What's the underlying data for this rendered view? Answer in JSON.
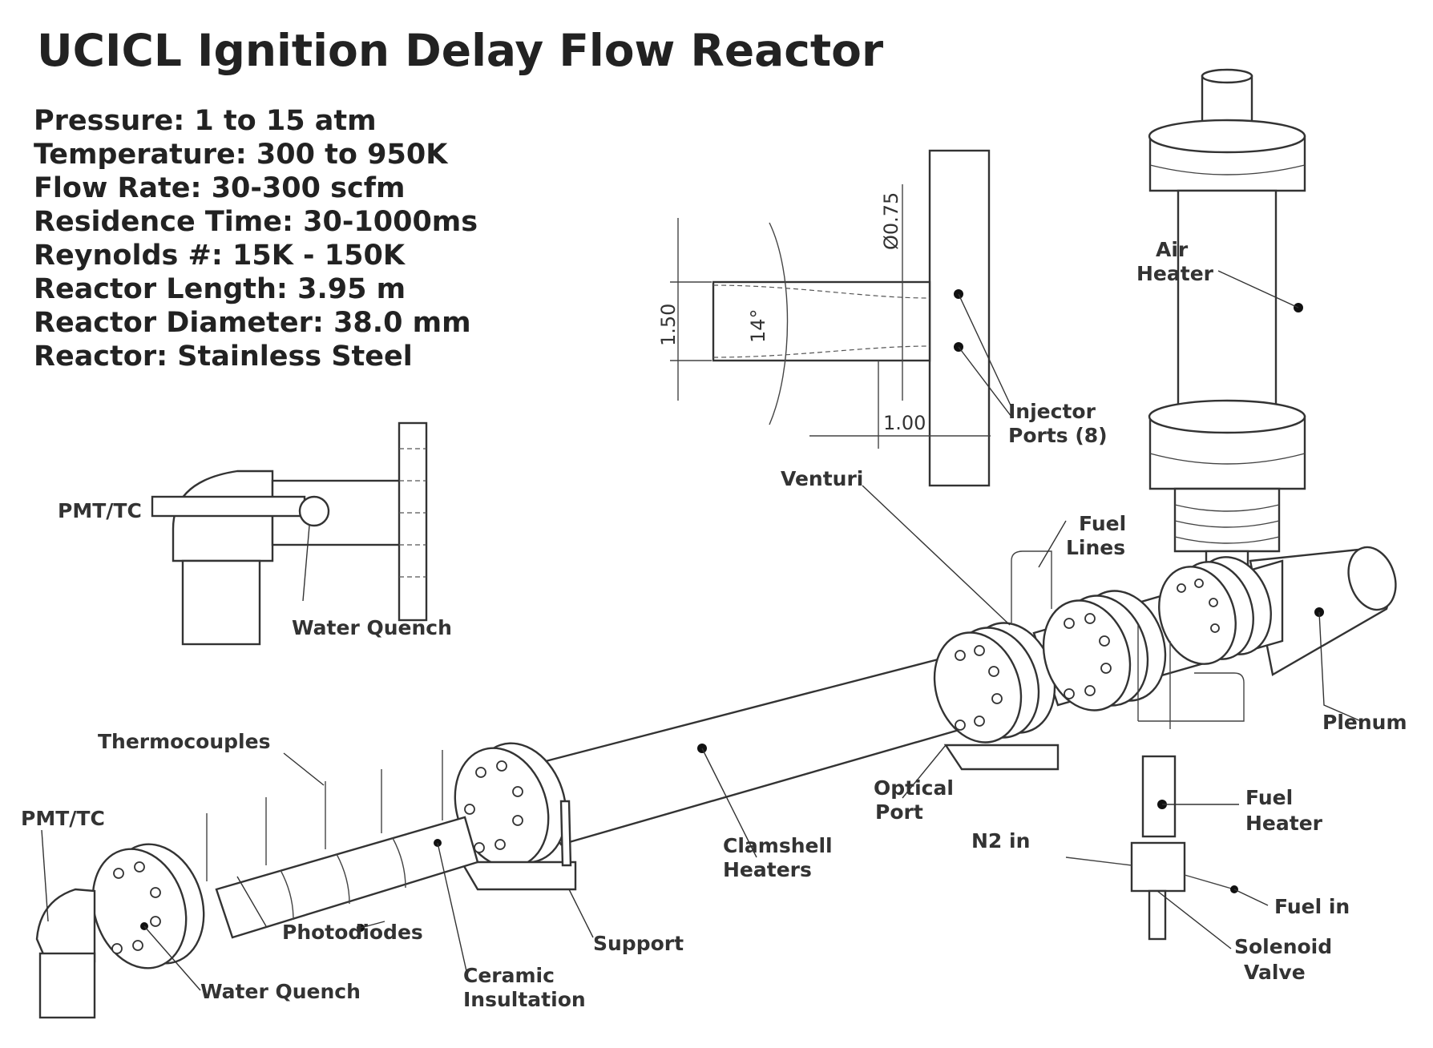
{
  "title": "UCICL Ignition Delay Flow Reactor",
  "specs": [
    "Pressure: 1 to 15 atm",
    "Temperature: 300 to 950K",
    "Flow Rate: 30-300 scfm",
    "Residence Time: 30-1000ms",
    "Reynolds #: 15K - 150K",
    "Reactor Length: 3.95 m",
    "Reactor Diameter: 38.0 mm",
    "Reactor: Stainless Steel"
  ],
  "dimensions": {
    "diameter": "Ø0.75",
    "height": "1.50",
    "angle": "14°",
    "width": "1.00"
  },
  "labels": {
    "injector_ports": [
      "Injector",
      "Ports  (8)"
    ],
    "air_heater": [
      "Air",
      "Heater"
    ],
    "venturi": "Venturi",
    "fuel_lines": [
      "Fuel",
      "Lines"
    ],
    "pmt_tc_inset": "PMT/TC",
    "water_quench_inset": "Water Quench",
    "plenum": "Plenum",
    "thermocouples": "Thermocouples",
    "optical_port": [
      "Optical",
      "Port"
    ],
    "fuel_heater": [
      "Fuel",
      "Heater"
    ],
    "clamshell_heaters": [
      "Clamshell",
      "Heaters"
    ],
    "n2_in": "N2 in",
    "pmt_tc": "PMT/TC",
    "fuel_in": "Fuel in",
    "photodiodes": "Photodiodes",
    "support": "Support",
    "solenoid_valve": [
      "Solenoid",
      "Valve"
    ],
    "water_quench": "Water Quench",
    "ceramic_insulation": [
      "Ceramic",
      "Insultation"
    ]
  }
}
